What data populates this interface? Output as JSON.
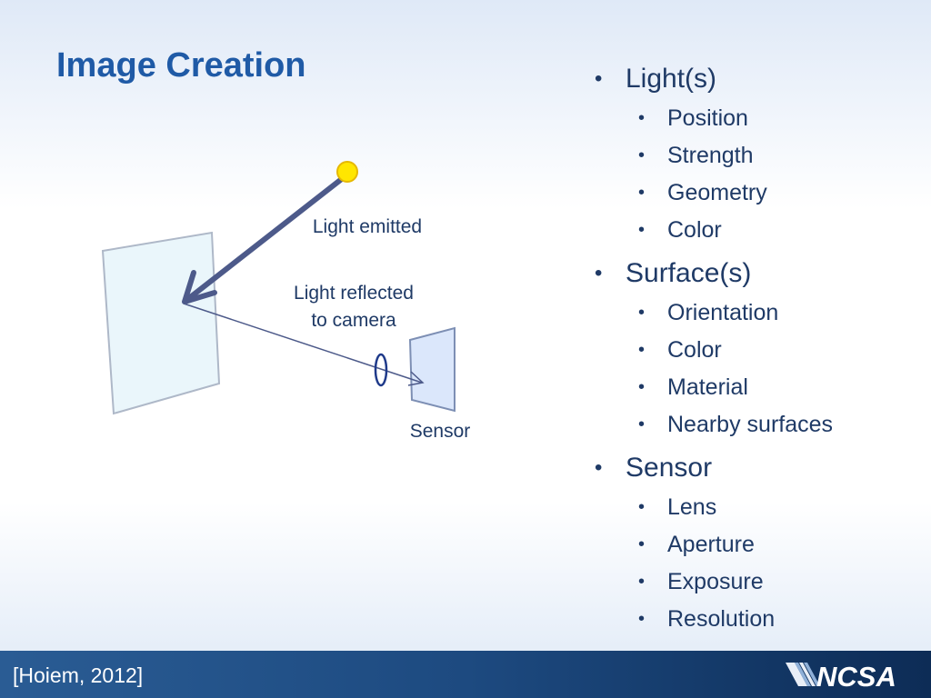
{
  "title": "Image Creation",
  "diagram": {
    "light_emitted": "Light emitted",
    "light_reflected_line1": "Light reflected",
    "light_reflected_line2": "to camera",
    "sensor": "Sensor"
  },
  "bullets": [
    {
      "label": "Light(s)",
      "items": [
        "Position",
        "Strength",
        "Geometry",
        "Color"
      ]
    },
    {
      "label": "Surface(s)",
      "items": [
        "Orientation",
        "Color",
        "Material",
        "Nearby surfaces"
      ]
    },
    {
      "label": "Sensor",
      "items": [
        "Lens",
        "Aperture",
        "Exposure",
        "Resolution"
      ]
    }
  ],
  "footer": {
    "citation": "[Hoiem, 2012]",
    "logo_text": "NCSA"
  },
  "colors": {
    "title": "#1f5aa6",
    "text": "#1f3a66",
    "arrow": "#4d5a8a",
    "light_source": "#ffe600",
    "footer": "#1d4a80"
  }
}
